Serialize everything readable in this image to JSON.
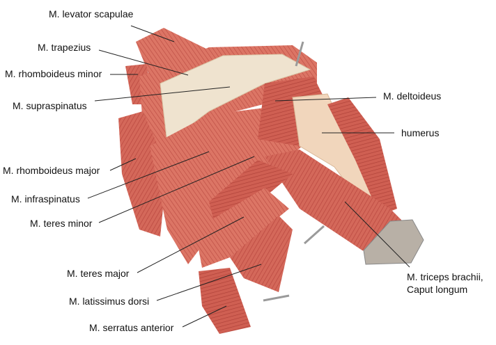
{
  "labels": {
    "levator_scapulae": "M. levator scapulae",
    "trapezius": "M. trapezius",
    "rhomboideus_minor": "M. rhomboideus minor",
    "supraspinatus": "M. supraspinatus",
    "rhomboideus_major": "M. rhomboideus major",
    "infraspinatus": "M. infraspinatus",
    "teres_minor": "M. teres minor",
    "teres_major": "M. teres major",
    "latissimus_dorsi": "M. latissimus dorsi",
    "serratus_anterior": "M. serratus anterior",
    "deltoideus": "M. deltoideus",
    "humerus": "humerus",
    "triceps_line1": "M. triceps brachii,",
    "triceps_line2": "Caput longum"
  },
  "colors": {
    "muscle": "#d4685a",
    "muscle_dark": "#b8463e",
    "tendon": "#efe3cf",
    "bone": "#f1d6bc",
    "pin": "#9a9a9a"
  }
}
